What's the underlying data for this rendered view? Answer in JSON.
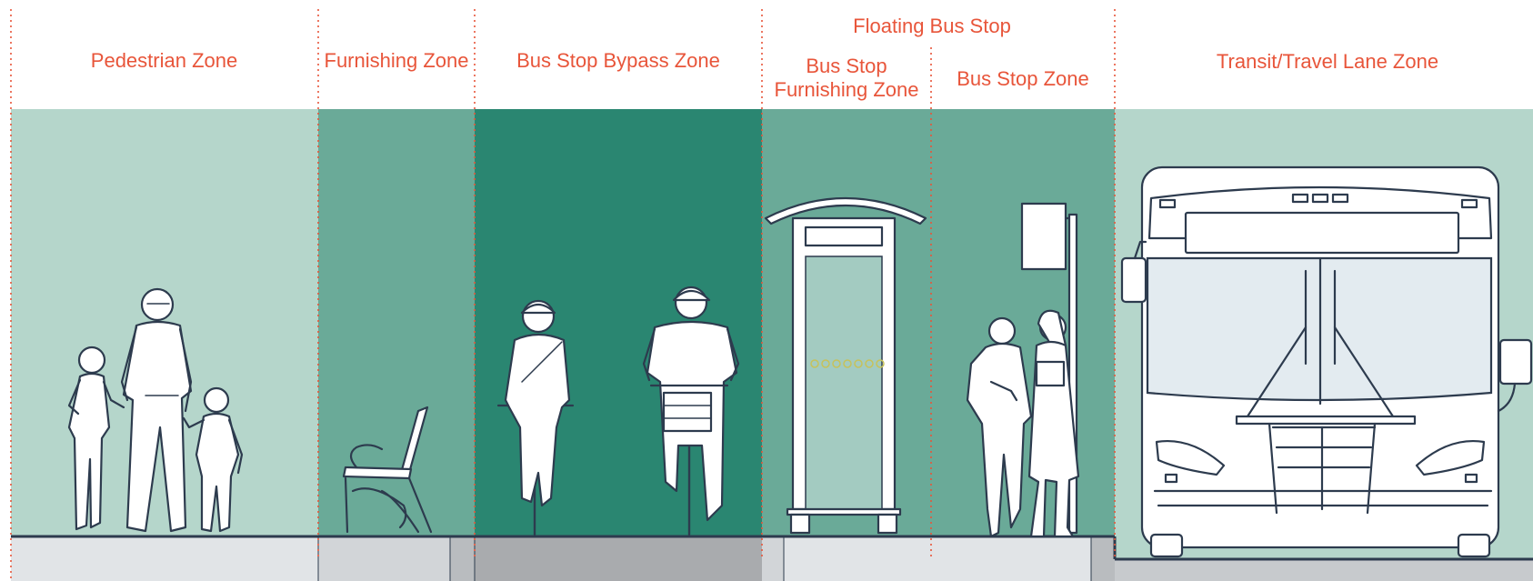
{
  "labels": {
    "pedestrian": "Pedestrian Zone",
    "furnishing": "Furnishing Zone",
    "bypass": "Bus Stop Bypass Zone",
    "floating_title": "Floating Bus Stop",
    "stop_furnishing_line1": "Bus Stop",
    "stop_furnishing_line2": "Furnishing Zone",
    "stop_zone": "Bus Stop Zone",
    "transit": "Transit/Travel Lane Zone"
  },
  "colors": {
    "label": "#e8553a",
    "light_green": "#b5d6cb",
    "mid_green": "#6aaa98",
    "dark_green": "#2a8671",
    "outline": "#2d3b4e",
    "curb_light": "#e1e4e7",
    "curb_dark": "#a9abae"
  },
  "icons": [
    "bench-icon",
    "bicycle-icon",
    "bus-shelter-icon",
    "bus-stop-sign-icon",
    "bus-icon",
    "person-icon"
  ]
}
